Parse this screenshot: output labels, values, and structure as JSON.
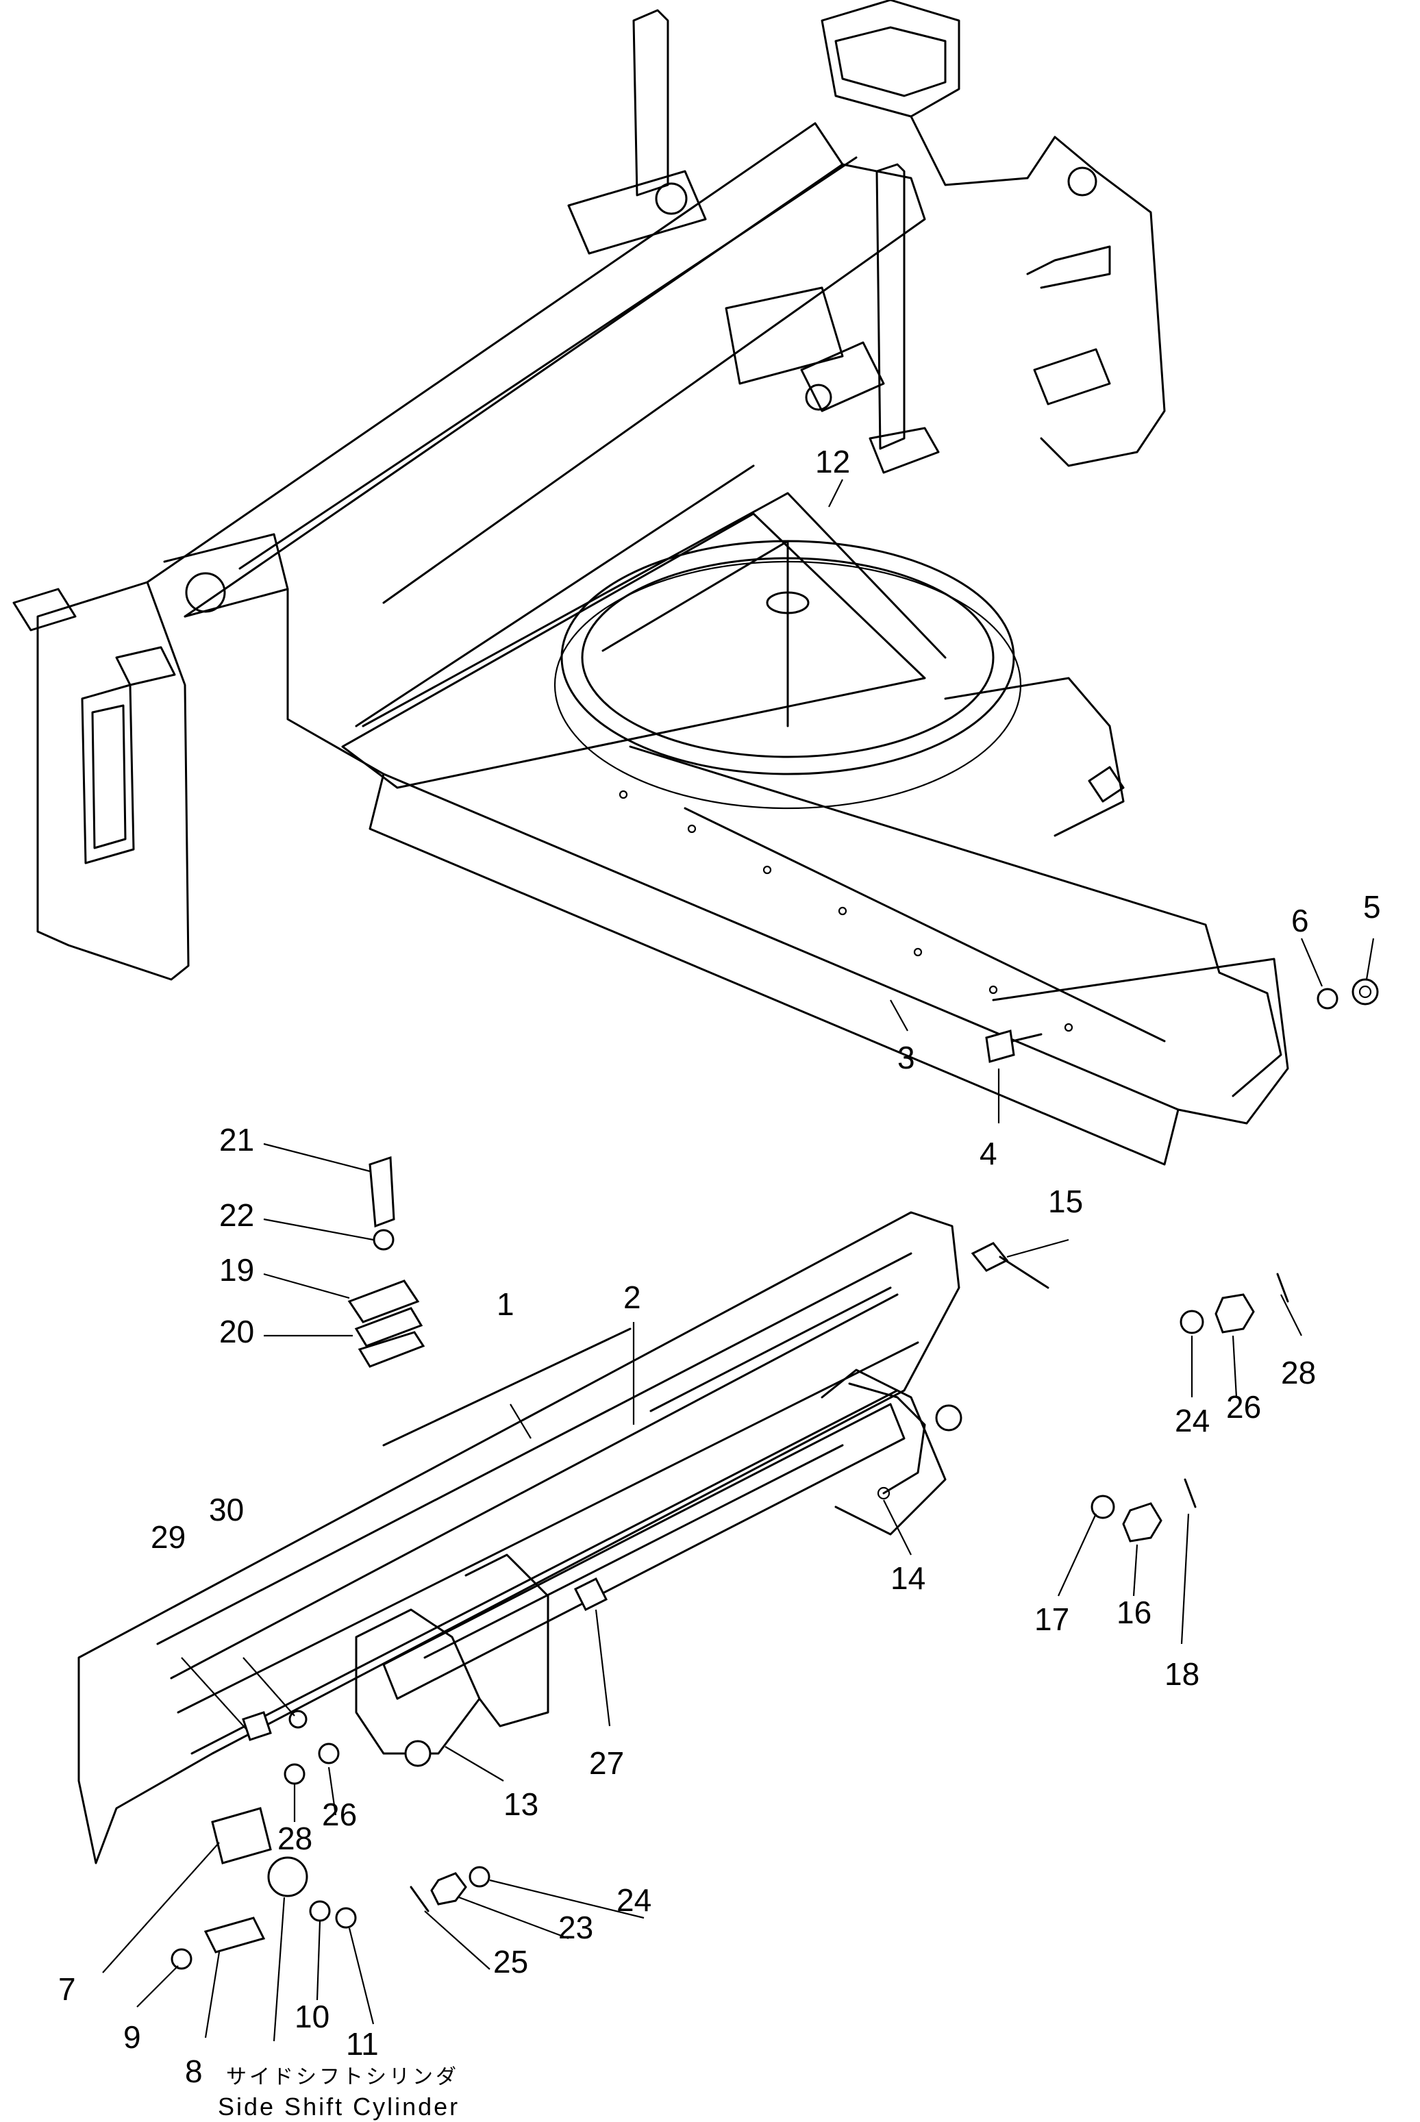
{
  "callouts": [
    "1",
    "2",
    "3",
    "4",
    "5",
    "6",
    "7",
    "8",
    "9",
    "10",
    "11",
    "12",
    "13",
    "14",
    "15",
    "16",
    "17",
    "18",
    "19",
    "20",
    "21",
    "22",
    "23",
    "24",
    "24",
    "25",
    "26",
    "26",
    "27",
    "28",
    "28",
    "29",
    "30"
  ],
  "caption": {
    "japanese": "サイドシフトシリンダ",
    "english": "Side Shift Cylinder"
  }
}
